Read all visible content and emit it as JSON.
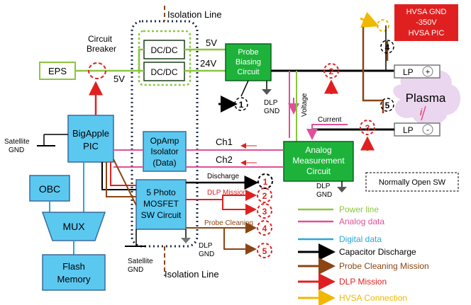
{
  "labels": {
    "isolation_top": "Isolation Line",
    "isolation_bottom": "Isolation Line",
    "circuit_breaker_1": "Circuit",
    "circuit_breaker_2": "Breaker",
    "eps": "EPS",
    "v5_input": "5V",
    "dcdc_1": "DC/DC",
    "dcdc_2": "DC/DC",
    "out_5v": "5V",
    "out_24v": "24V",
    "probe_bias_1": "Probe",
    "probe_bias_2": "Biasing",
    "probe_bias_3": "Circuit",
    "dlp_gnd_1a": "DLP",
    "dlp_gnd_1b": "GND",
    "voltage": "Voltage",
    "current": "Current",
    "hvsa_1": "HVSA GND",
    "hvsa_2": "-350V",
    "hvsa_3": "HVSA PIC",
    "lp_plus": "LP",
    "lp_plus_sign": "+",
    "lp_minus": "LP",
    "lp_minus_sign": "-",
    "plasma": "Plasma",
    "current_i": "i",
    "satellite_gnd_1a": "Satellite",
    "satellite_gnd_1b": "GND",
    "bigapple_1": "BigApple",
    "bigapple_2": "PIC",
    "opamp_1": "OpAmp",
    "opamp_2": "Isolator",
    "opamp_3": "(Data)",
    "ch1": "Ch1",
    "ch2": "Ch2",
    "analog_1": "Analog",
    "analog_2": "Measurement",
    "analog_3": "Circuit",
    "dlp_gnd_2a": "DLP",
    "dlp_gnd_2b": "GND",
    "normally_open": "Normally Open SW",
    "discharge": "Discharge",
    "dlp_mission": "DLP Mission",
    "probe_cleaning": "Probe Cleaning",
    "mosfet_1": "5 Photo",
    "mosfet_2": "MOSFET",
    "mosfet_3": "SW Circuit",
    "obc": "OBC",
    "mux": "MUX",
    "flash_1": "Flash",
    "flash_2": "Memory",
    "satellite_gnd_2a": "Satellite",
    "satellite_gnd_2b": "GND",
    "dlp_gnd_3a": "DLP",
    "dlp_gnd_3b": "GND"
  },
  "switch_numbers": [
    "1",
    "2",
    "3",
    "4",
    "5"
  ],
  "legend": [
    {
      "label": "Power line",
      "color": "#8cc63f",
      "kind": "line"
    },
    {
      "label": "Analog data",
      "color": "#e0509a",
      "kind": "line"
    },
    {
      "label": "Digital data",
      "color": "#2aa8d8",
      "kind": "line"
    },
    {
      "label": "Capacitor Discharge",
      "color": "#000000",
      "kind": "arrow"
    },
    {
      "label": "Probe Cleaning  Mission",
      "color": "#8b4513",
      "kind": "arrow"
    },
    {
      "label": "DLP Mission",
      "color": "#e02020",
      "kind": "arrow"
    },
    {
      "label": "HVSA Connection",
      "color": "#f0b800",
      "kind": "arrow"
    }
  ],
  "colors": {
    "green_box": "#1db33a",
    "blue_box": "#5bc8f0",
    "power": "#8cc63f",
    "analog": "#e0509a",
    "digital": "#2aa8d8",
    "discharge": "#000000",
    "cleaning": "#8b4513",
    "dlp": "#e02020",
    "hvsa": "#f0b800"
  }
}
